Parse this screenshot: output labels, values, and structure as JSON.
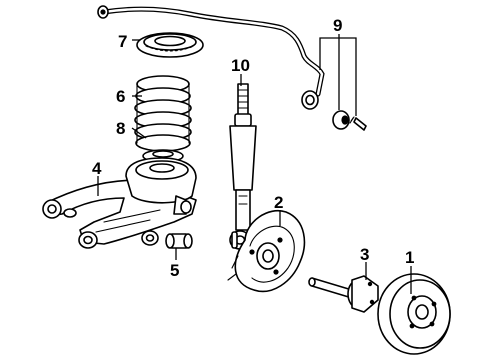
{
  "callouts": [
    {
      "id": "1",
      "part": "brake-drum"
    },
    {
      "id": "2",
      "part": "backing-plate"
    },
    {
      "id": "3",
      "part": "axle-hub"
    },
    {
      "id": "4",
      "part": "lower-control-arm"
    },
    {
      "id": "5",
      "part": "arm-bushing"
    },
    {
      "id": "6",
      "part": "coil-spring"
    },
    {
      "id": "7",
      "part": "upper-spring-seat"
    },
    {
      "id": "8",
      "part": "spring-insulator"
    },
    {
      "id": "9",
      "part": "stabilizer-link-kit"
    },
    {
      "id": "10",
      "part": "shock-absorber"
    }
  ]
}
